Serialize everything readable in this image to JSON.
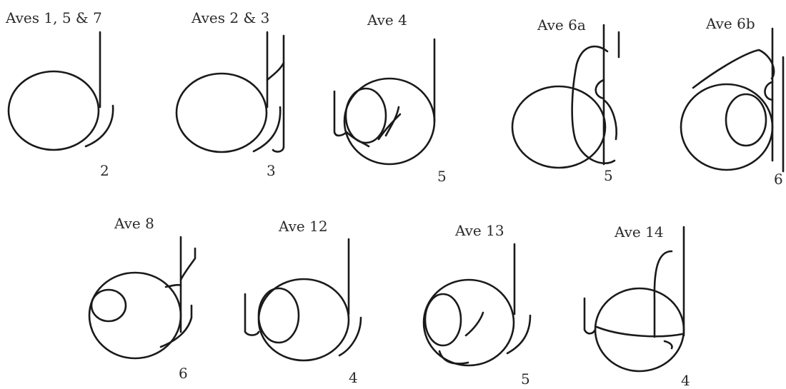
{
  "glyphs": [
    {
      "id": "aves-1-5-7",
      "label": "Aves 1, 5 & 7",
      "count": "2"
    },
    {
      "id": "aves-2-3",
      "label": "Aves 2 & 3",
      "count": "3"
    },
    {
      "id": "ave-4",
      "label": "Ave 4",
      "count": "5"
    },
    {
      "id": "ave-6a",
      "label": "Ave 6a",
      "count": "5"
    },
    {
      "id": "ave-6b",
      "label": "Ave 6b",
      "count": "6"
    },
    {
      "id": "ave-8",
      "label": "Ave 8",
      "count": "6"
    },
    {
      "id": "ave-12",
      "label": "Ave 12",
      "count": "4"
    },
    {
      "id": "ave-13",
      "label": "Ave 13",
      "count": "5"
    },
    {
      "id": "ave-14",
      "label": "Ave 14",
      "count": "4"
    }
  ]
}
